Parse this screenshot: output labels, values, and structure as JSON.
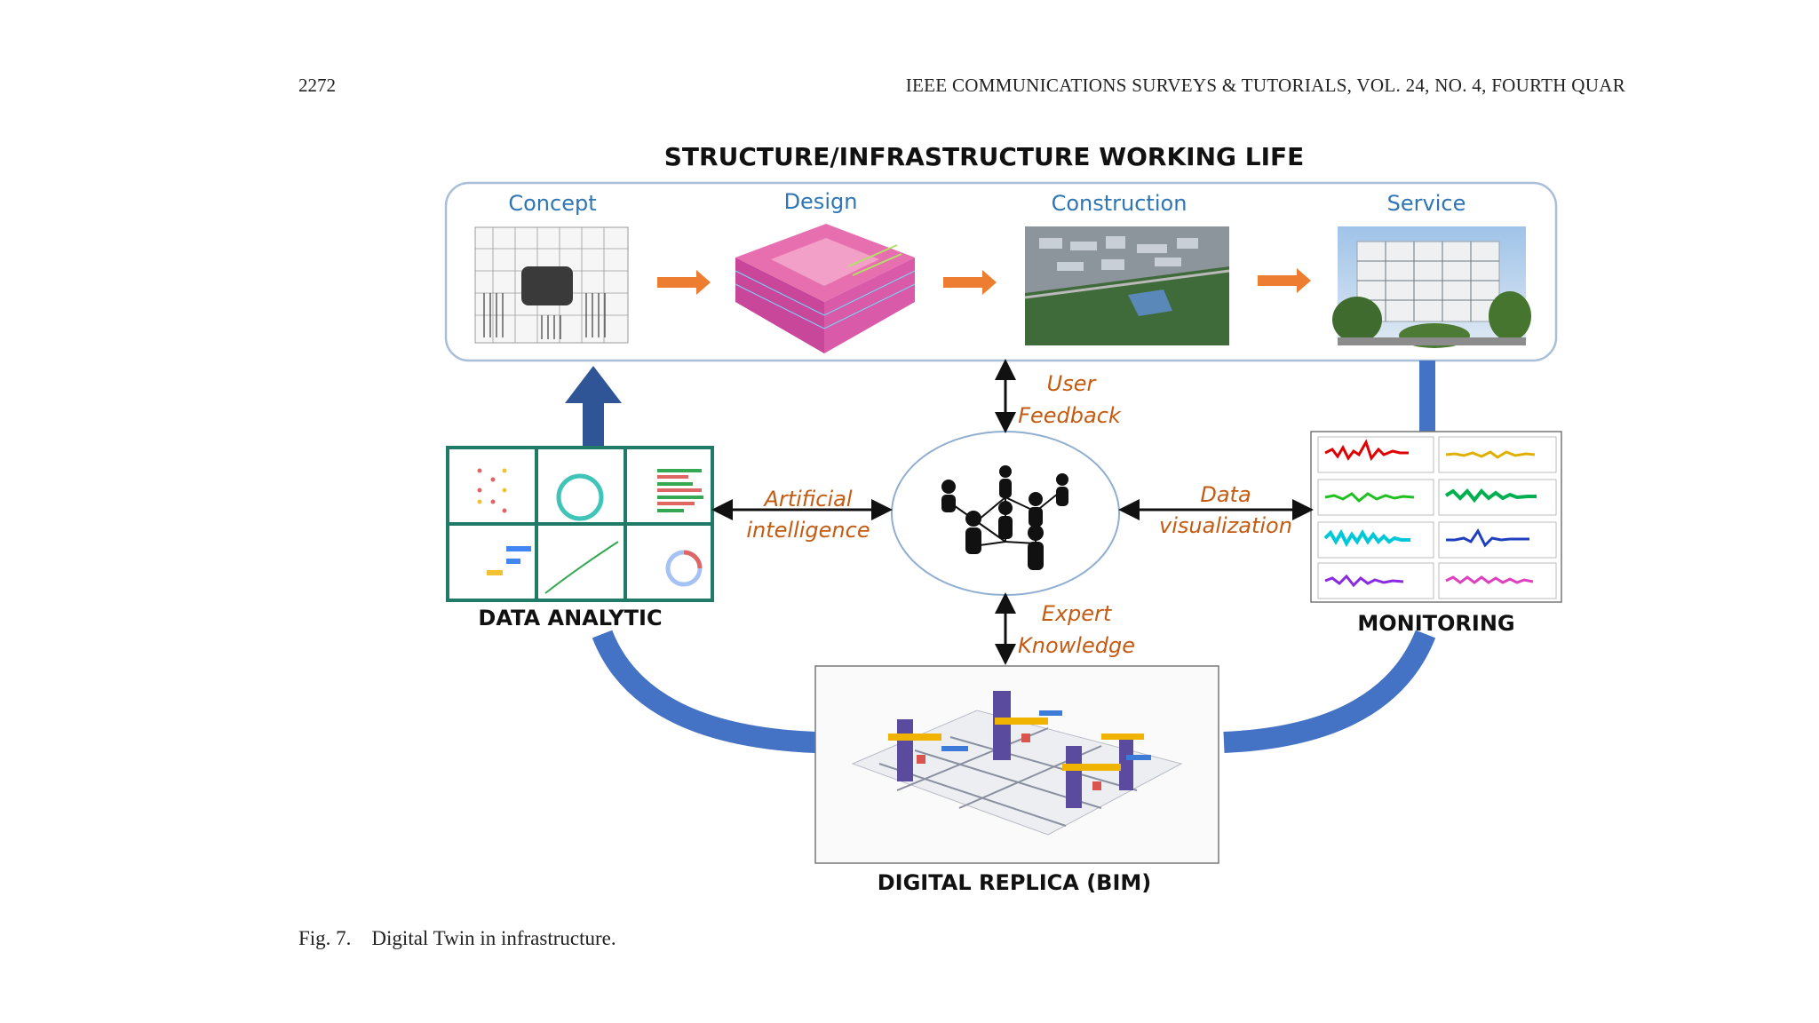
{
  "header": {
    "page_number": "2272",
    "running_title": "IEEE COMMUNICATIONS SURVEYS & TUTORIALS, VOL. 24, NO. 4, FOURTH QUAR"
  },
  "figure": {
    "title": "STRUCTURE/INFRASTRUCTURE WORKING LIFE",
    "stages": [
      "Concept",
      "Design",
      "Construction",
      "Service"
    ],
    "links": {
      "user_feedback": [
        "User",
        "Feedback"
      ],
      "expert_knowledge": [
        "Expert",
        "Knowledge"
      ],
      "artificial_intelligence": [
        "Artificial",
        "intelligence"
      ],
      "data_visualization": [
        "Data",
        "visualization"
      ]
    },
    "labels": {
      "data_analytic": "DATA ANALYTIC",
      "monitoring": "MONITORING",
      "digital_replica": "DIGITAL REPLICA (BIM)"
    },
    "colors": {
      "stage_text": "#2e75b6",
      "link_text": "#c55a11",
      "stage_arrow": "#ed7d31",
      "flow_arrow": "#4472c4",
      "dark_arrow": "#2f5597"
    },
    "signal_colors": [
      "#e00000",
      "#e0b000",
      "#20c020",
      "#00b050",
      "#00c8d8",
      "#1f3fbf",
      "#8a2be2",
      "#e040c0"
    ]
  },
  "caption": "Fig. 7.    Digital Twin in infrastructure."
}
